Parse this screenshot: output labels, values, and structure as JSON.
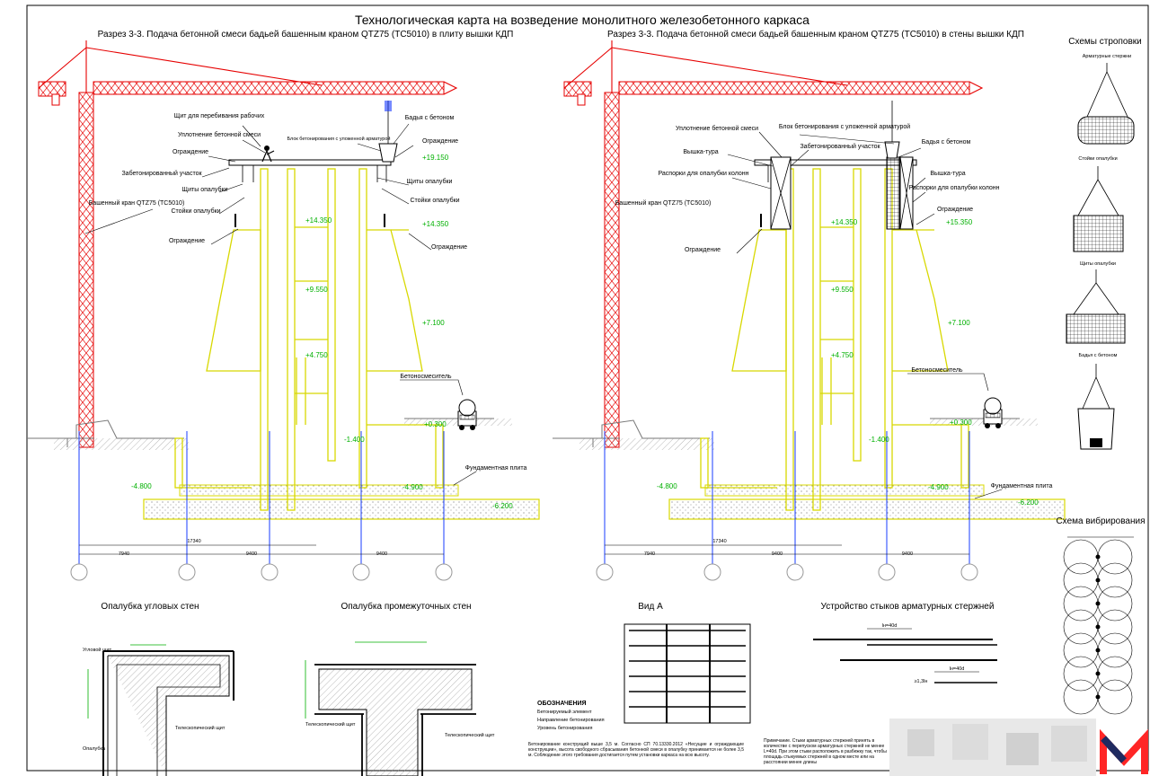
{
  "sheet": {
    "title": "Технологическая карта на возведение монолитного железобетонного каркаса"
  },
  "section_left": {
    "title": "Разрез 3-3. Подача бетонной смеси бадьей башенным краном QTZ75 (TC5010) в плиту вышки КДП",
    "labels": {
      "shield": "Щит для перебивания рабочих",
      "vibration": "Уплотнение бетонной смеси",
      "block": "Блок бетонирования с уложенной арматурой",
      "bucket": "Бадья с бетоном",
      "fence1": "Ограждение",
      "fence2": "Ограждение",
      "concreted": "Забетонированный участок",
      "panels": "Щиты опалубки",
      "props": "Стойки опалубки",
      "props2": "Стойки опалубки",
      "panels2": "Щиты опалубки",
      "crane": "Башенный кран QTZ75 (TC5010)",
      "fence3": "Ограждение",
      "fence4": "Ограждение",
      "mixer": "Бетоносмеситель",
      "foundation": "Фундаментная плита"
    },
    "elevations": [
      "+19.150",
      "+14.350",
      "+9.550",
      "+7.100",
      "+4.750",
      "+0.300",
      "-1.400",
      "-4.800",
      "-4.900",
      "-6.200"
    ],
    "dims": {
      "total": "17340",
      "d1": "7940",
      "d2": "9400",
      "d3": "9400"
    }
  },
  "section_right": {
    "title": "Разрез 3-3. Подача бетонной смеси бадьей башенным краном QTZ75 (TC5010) в стены вышки КДП",
    "labels": {
      "vibration": "Уплотнение бетонной смеси",
      "tower1": "Вышка-тура",
      "struts1": "Распорки для опалубки колонн",
      "block": "Блок бетонирования с уложенной арматурой",
      "concreted": "Забетонированный участок",
      "bucket": "Бадья с бетоном",
      "tower2": "Вышка-тура",
      "struts2": "Распорки для опалубки колонн",
      "fence1": "Ограждение",
      "crane": "Башенный кран QTZ75 (TC5010)",
      "fence2": "Ограждение",
      "mixer": "Бетоносмеситель",
      "foundation": "Фундаментная плита"
    },
    "elevations": [
      "+14.350",
      "+15.350",
      "+9.550",
      "+7.100",
      "+4.750",
      "+0.300",
      "-1.400",
      "-4.800",
      "-4.900",
      "-6.200"
    ],
    "dims": {
      "total": "17340",
      "d1": "7940",
      "d2": "9400",
      "d3": "9400"
    }
  },
  "sling": {
    "title": "Схемы строповки",
    "items": [
      "Арматурные стержни",
      "Стойки опалубки",
      "Щиты опалубки",
      "Бадья с бетоном"
    ]
  },
  "vibration": {
    "title": "Схема вибрирования"
  },
  "bottom": {
    "corner": {
      "title": "Опалубка угловых стен",
      "labels": [
        "Угловой щит",
        "Опалубка",
        "Телескопический щит"
      ]
    },
    "intermediate": {
      "title": "Опалубка промежуточных стен",
      "labels": [
        "Телескопический щит",
        "Телескопический щит"
      ]
    },
    "view_a": {
      "title": "Вид А",
      "legend_title": "ОБОЗНАЧЕНИЯ",
      "legend": [
        "Бетонируемый элемент",
        "Направление бетонирования",
        "Уровень бетонирования"
      ],
      "note": "Бетонирование конструкций выше 3,5 м. Согласно СП 70.13330.2012 «Несущие и ограждающие конструкции», высота свободного сбрасывания бетонной смеси в опалубку принимается не более 3,5 м. Соблюдение этого требования достигается путем установки каркаса на всю высоту."
    },
    "joints": {
      "title": "Устройство стыков арматурных стержней",
      "dim1": "lн=40d",
      "dim2": "lн=40d",
      "dim3": "≥1,3lн",
      "note": "Примечание. Стыки арматурных стержней принять в количестве с перепуском арматурных стержней не менее L=40d. При этом стыки расположить в разбежку так, чтобы площадь стыкуемых стержней в одном месте или на расстоянии менее длины"
    }
  },
  "colors": {
    "crane": "#e60000",
    "formwork": "#d8d800",
    "axis": "#1a3cff",
    "elev": "#00b000"
  }
}
